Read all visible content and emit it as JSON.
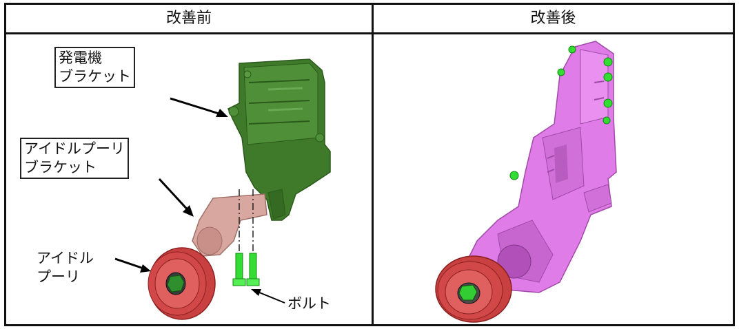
{
  "table": {
    "header_before": "改善前",
    "header_after": "改善後"
  },
  "labels": {
    "generator_bracket": [
      "発電機",
      "ブラケット"
    ],
    "idler_pulley_bracket": [
      "アイドルプーリ",
      "ブラケット"
    ],
    "idler_pulley": [
      "アイドル",
      "プーリ"
    ],
    "bolt": "ボルト"
  },
  "colors": {
    "generator_bracket": "#3f7a2a",
    "idler_bracket_before": "#d8a8a0",
    "pulley": "#d24848",
    "bolt": "#33dd33",
    "integrated_bracket": "#e07ce8"
  }
}
